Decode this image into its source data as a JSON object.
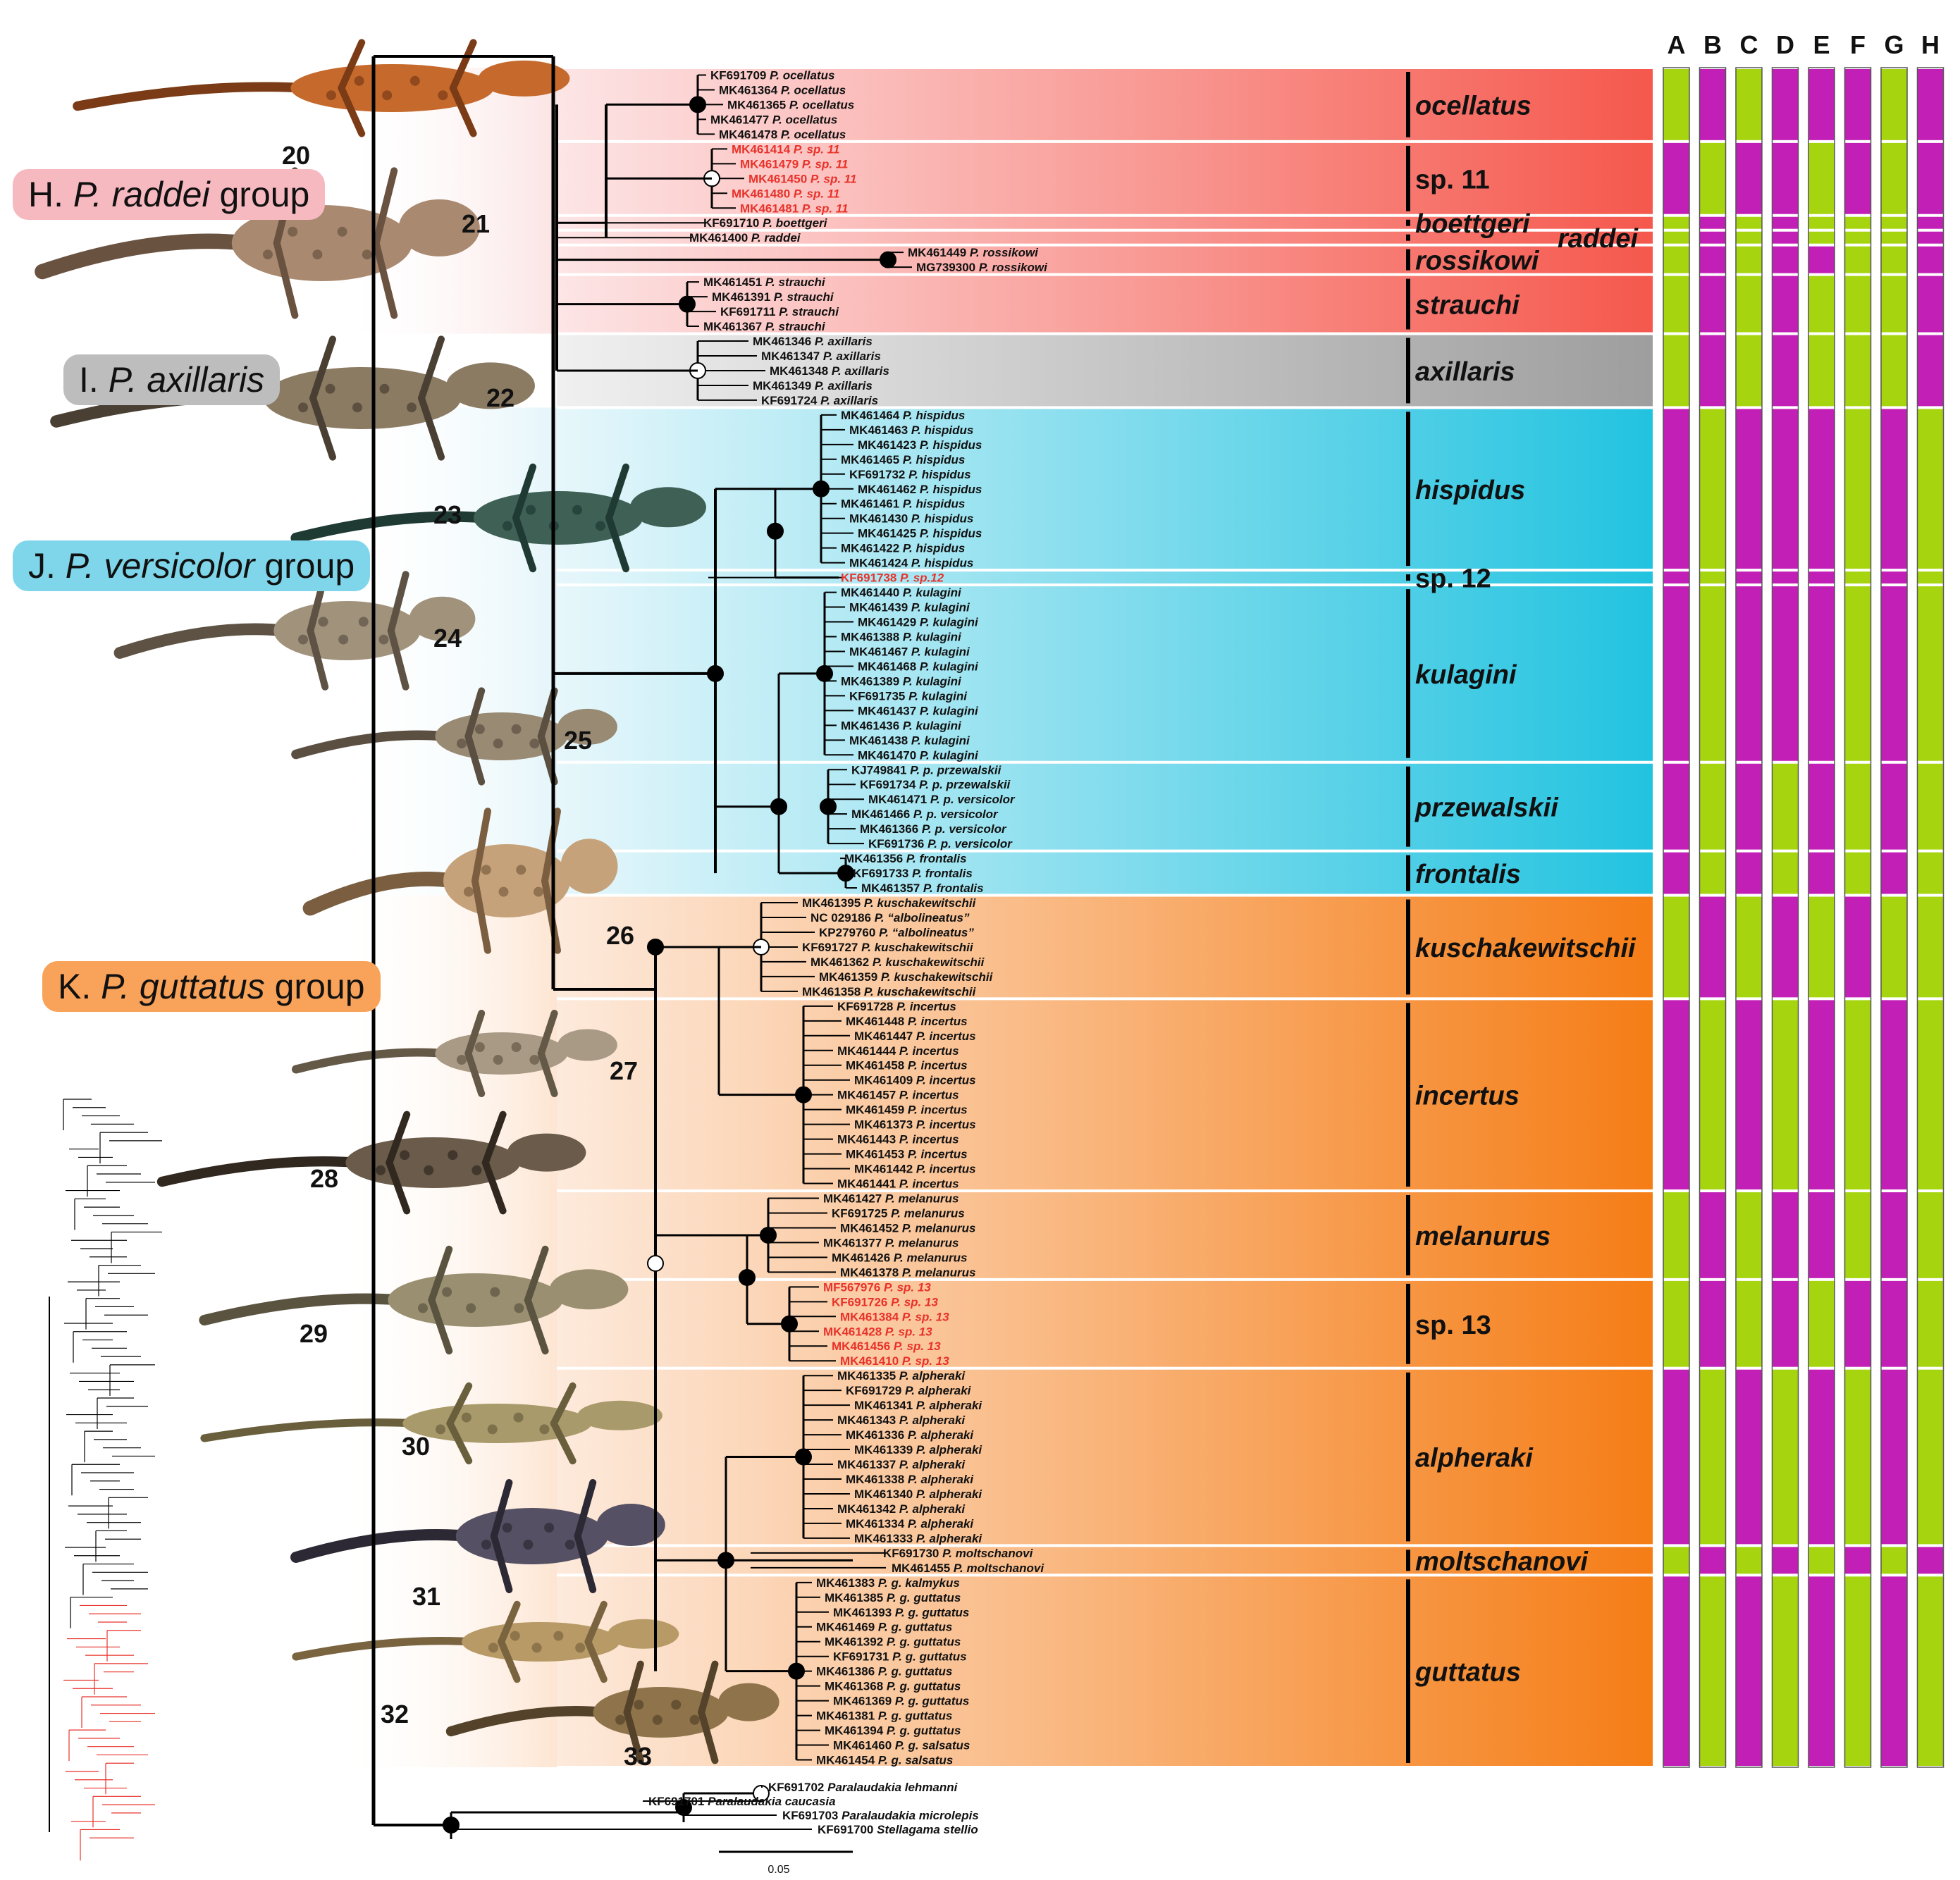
{
  "groups": [
    {
      "letter": "H.",
      "genus": "P.",
      "name": "raddei",
      "suffix": "group",
      "color": "#f7b9c0",
      "tip": "#f3a6b0"
    },
    {
      "letter": "I.",
      "genus": "P.",
      "name": "axillaris",
      "suffix": "",
      "color": "#bdbdbd",
      "tip": "#aaaaaa"
    },
    {
      "letter": "J.",
      "genus": "P.",
      "name": "versicolor",
      "suffix": "group",
      "color": "#7fd6ea",
      "tip": "#59c6e0"
    },
    {
      "letter": "K.",
      "genus": "P.",
      "name": "guttatus",
      "suffix": "group",
      "color": "#f8a25a",
      "tip": "#f08a3a"
    }
  ],
  "photo_numbers": [
    "20",
    "21",
    "22",
    "23",
    "24",
    "25",
    "26",
    "27",
    "28",
    "29",
    "30",
    "31",
    "32",
    "33"
  ],
  "trait_headers": [
    "A",
    "B",
    "C",
    "D",
    "E",
    "F",
    "G",
    "H"
  ],
  "trait_colors": {
    "green": "#a6d50f",
    "magenta": "#c21fb6"
  },
  "scale_bar_label": "0.05",
  "extra_label": "raddei",
  "clades": [
    {
      "name": "ocellatus",
      "italic": true,
      "band": "#f5584d",
      "tips": [
        {
          "id": "KF691709",
          "sp": "P. ocellatus"
        },
        {
          "id": "MK461364",
          "sp": "P. ocellatus"
        },
        {
          "id": "MK461365",
          "sp": "P. ocellatus"
        },
        {
          "id": "MK461477",
          "sp": "P. ocellatus"
        },
        {
          "id": "MK461478",
          "sp": "P. ocellatus"
        }
      ]
    },
    {
      "name": "sp. 11",
      "italic": false,
      "band": "#f5584d",
      "tips": [
        {
          "id": "MK461414",
          "sp": "P. sp. 11",
          "red": true
        },
        {
          "id": "MK461479",
          "sp": "P. sp. 11",
          "red": true
        },
        {
          "id": "MK461450",
          "sp": "P. sp. 11",
          "red": true
        },
        {
          "id": "MK461480",
          "sp": "P. sp. 11",
          "red": true
        },
        {
          "id": "MK461481",
          "sp": "P. sp. 11",
          "red": true
        }
      ]
    },
    {
      "name": "boettgeri",
      "italic": true,
      "band": "#f5584d",
      "tips": [
        {
          "id": "KF691710",
          "sp": "P. boettgeri"
        }
      ]
    },
    {
      "name": "",
      "italic": true,
      "band": "#f5584d",
      "tips": [
        {
          "id": "MK461400",
          "sp": "P. raddei"
        }
      ]
    },
    {
      "name": "rossikowi",
      "italic": true,
      "band": "#f5584d",
      "tips": [
        {
          "id": "MK461449",
          "sp": "P. rossikowi"
        },
        {
          "id": "MG739300",
          "sp": "P. rossikowi"
        }
      ]
    },
    {
      "name": "strauchi",
      "italic": true,
      "band": "#f5584d",
      "tips": [
        {
          "id": "MK461451",
          "sp": "P. strauchi"
        },
        {
          "id": "MK461391",
          "sp": "P. strauchi"
        },
        {
          "id": "KF691711",
          "sp": "P. strauchi"
        },
        {
          "id": "MK461367",
          "sp": "P. strauchi"
        }
      ]
    },
    {
      "name": "axillaris",
      "italic": true,
      "band": "#9e9e9e",
      "tips": [
        {
          "id": "MK461346",
          "sp": "P. axillaris"
        },
        {
          "id": "MK461347",
          "sp": "P. axillaris"
        },
        {
          "id": "MK461348",
          "sp": "P. axillaris"
        },
        {
          "id": "MK461349",
          "sp": "P. axillaris"
        },
        {
          "id": "KF691724",
          "sp": "P. axillaris"
        }
      ]
    },
    {
      "name": "hispidus",
      "italic": true,
      "band": "#22c3e0",
      "tips": [
        {
          "id": "MK461464",
          "sp": "P. hispidus"
        },
        {
          "id": "MK461463",
          "sp": "P. hispidus"
        },
        {
          "id": "MK461423",
          "sp": "P. hispidus"
        },
        {
          "id": "MK461465",
          "sp": "P. hispidus"
        },
        {
          "id": "KF691732",
          "sp": "P. hispidus"
        },
        {
          "id": "MK461462",
          "sp": "P. hispidus"
        },
        {
          "id": "MK461461",
          "sp": "P. hispidus"
        },
        {
          "id": "MK461430",
          "sp": "P. hispidus"
        },
        {
          "id": "MK461425",
          "sp": "P. hispidus"
        },
        {
          "id": "MK461422",
          "sp": "P. hispidus"
        },
        {
          "id": "MK461424",
          "sp": "P. hispidus"
        }
      ]
    },
    {
      "name": "sp. 12",
      "italic": false,
      "band": "#22c3e0",
      "tips": [
        {
          "id": "KF691738",
          "sp": "P. sp.12",
          "red": true
        }
      ]
    },
    {
      "name": "kulagini",
      "italic": true,
      "band": "#22c3e0",
      "tips": [
        {
          "id": "MK461440",
          "sp": "P. kulagini"
        },
        {
          "id": "MK461439",
          "sp": "P. kulagini"
        },
        {
          "id": "MK461429",
          "sp": "P. kulagini"
        },
        {
          "id": "MK461388",
          "sp": "P. kulagini"
        },
        {
          "id": "MK461467",
          "sp": "P. kulagini"
        },
        {
          "id": "MK461468",
          "sp": "P. kulagini"
        },
        {
          "id": "MK461389",
          "sp": "P. kulagini"
        },
        {
          "id": "KF691735",
          "sp": "P. kulagini"
        },
        {
          "id": "MK461437",
          "sp": "P. kulagini"
        },
        {
          "id": "MK461436",
          "sp": "P. kulagini"
        },
        {
          "id": "MK461438",
          "sp": "P. kulagini"
        },
        {
          "id": "MK461470",
          "sp": "P. kulagini"
        }
      ]
    },
    {
      "name": "przewalskii",
      "italic": true,
      "band": "#22c3e0",
      "tips": [
        {
          "id": "KJ749841",
          "sp": "P. p. przewalskii"
        },
        {
          "id": "KF691734",
          "sp": "P. p. przewalskii"
        },
        {
          "id": "MK461471",
          "sp": "P. p. versicolor"
        },
        {
          "id": "MK461466",
          "sp": "P. p. versicolor"
        },
        {
          "id": "MK461366",
          "sp": "P. p. versicolor"
        },
        {
          "id": "KF691736",
          "sp": "P. p. versicolor"
        }
      ]
    },
    {
      "name": "frontalis",
      "italic": true,
      "band": "#22c3e0",
      "tips": [
        {
          "id": "MK461356",
          "sp": "P. frontalis"
        },
        {
          "id": "KF691733",
          "sp": "P. frontalis"
        },
        {
          "id": "MK461357",
          "sp": "P. frontalis"
        }
      ]
    },
    {
      "name": "kuschakewitschii",
      "italic": true,
      "band": "#f57d16",
      "tips": [
        {
          "id": "MK461395",
          "sp": "P. kuschakewitschii"
        },
        {
          "id": "NC 029186",
          "sp": "P. “albolineatus”"
        },
        {
          "id": "KP279760",
          "sp": "P. “albolineatus”"
        },
        {
          "id": "KF691727",
          "sp": "P. kuschakewitschii"
        },
        {
          "id": "MK461362",
          "sp": "P. kuschakewitschii"
        },
        {
          "id": "MK461359",
          "sp": "P. kuschakewitschii"
        },
        {
          "id": "MK461358",
          "sp": "P. kuschakewitschii"
        }
      ]
    },
    {
      "name": "incertus",
      "italic": true,
      "band": "#f57d16",
      "tips": [
        {
          "id": "KF691728",
          "sp": "P. incertus"
        },
        {
          "id": "MK461448",
          "sp": "P. incertus"
        },
        {
          "id": "MK461447",
          "sp": "P. incertus"
        },
        {
          "id": "MK461444",
          "sp": "P. incertus"
        },
        {
          "id": "MK461458",
          "sp": "P. incertus"
        },
        {
          "id": "MK461409",
          "sp": "P. incertus"
        },
        {
          "id": "MK461457",
          "sp": "P. incertus"
        },
        {
          "id": "MK461459",
          "sp": "P. incertus"
        },
        {
          "id": "MK461373",
          "sp": "P. incertus"
        },
        {
          "id": "MK461443",
          "sp": "P. incertus"
        },
        {
          "id": "MK461453",
          "sp": "P. incertus"
        },
        {
          "id": "MK461442",
          "sp": "P. incertus"
        },
        {
          "id": "MK461441",
          "sp": "P. incertus"
        }
      ]
    },
    {
      "name": "melanurus",
      "italic": true,
      "band": "#f57d16",
      "tips": [
        {
          "id": "MK461427",
          "sp": "P. melanurus"
        },
        {
          "id": "KF691725",
          "sp": "P. melanurus"
        },
        {
          "id": "MK461452",
          "sp": "P. melanurus"
        },
        {
          "id": "MK461377",
          "sp": "P. melanurus"
        },
        {
          "id": "MK461426",
          "sp": "P. melanurus"
        },
        {
          "id": "MK461378",
          "sp": "P. melanurus"
        }
      ]
    },
    {
      "name": "sp. 13",
      "italic": false,
      "band": "#f57d16",
      "tips": [
        {
          "id": "MF567976",
          "sp": "P. sp. 13",
          "red": true
        },
        {
          "id": "KF691726",
          "sp": "P. sp. 13",
          "red": true
        },
        {
          "id": "MK461384",
          "sp": "P. sp. 13",
          "red": true
        },
        {
          "id": "MK461428",
          "sp": "P. sp. 13",
          "red": true
        },
        {
          "id": "MK461456",
          "sp": "P. sp. 13",
          "red": true
        },
        {
          "id": "MK461410",
          "sp": "P. sp. 13",
          "red": true
        }
      ]
    },
    {
      "name": "alpheraki",
      "italic": true,
      "band": "#f57d16",
      "tips": [
        {
          "id": "MK461335",
          "sp": "P. alpheraki"
        },
        {
          "id": "KF691729",
          "sp": "P. alpheraki"
        },
        {
          "id": "MK461341",
          "sp": "P. alpheraki"
        },
        {
          "id": "MK461343",
          "sp": "P. alpheraki"
        },
        {
          "id": "MK461336",
          "sp": "P. alpheraki"
        },
        {
          "id": "MK461339",
          "sp": "P. alpheraki"
        },
        {
          "id": "MK461337",
          "sp": "P. alpheraki"
        },
        {
          "id": "MK461338",
          "sp": "P. alpheraki"
        },
        {
          "id": "MK461340",
          "sp": "P. alpheraki"
        },
        {
          "id": "MK461342",
          "sp": "P. alpheraki"
        },
        {
          "id": "MK461334",
          "sp": "P. alpheraki"
        },
        {
          "id": "MK461333",
          "sp": "P. alpheraki"
        }
      ]
    },
    {
      "name": "moltschanovi",
      "italic": true,
      "band": "#f57d16",
      "tips": [
        {
          "id": "KF691730",
          "sp": "P. moltschanovi"
        },
        {
          "id": "MK461455",
          "sp": "P. moltschanovi"
        }
      ]
    },
    {
      "name": "guttatus",
      "italic": true,
      "band": "#f57d16",
      "tips": [
        {
          "id": "MK461383",
          "sp": "P. g. kalmykus"
        },
        {
          "id": "MK461385",
          "sp": "P. g. guttatus"
        },
        {
          "id": "MK461393",
          "sp": "P. g. guttatus"
        },
        {
          "id": "MK461469",
          "sp": "P. g. guttatus"
        },
        {
          "id": "MK461392",
          "sp": "P. g. guttatus"
        },
        {
          "id": "KF691731",
          "sp": "P. g. guttatus"
        },
        {
          "id": "MK461386",
          "sp": "P. g. guttatus"
        },
        {
          "id": "MK461368",
          "sp": "P. g. guttatus"
        },
        {
          "id": "MK461369",
          "sp": "P. g. guttatus"
        },
        {
          "id": "MK461381",
          "sp": "P. g. guttatus"
        },
        {
          "id": "MK461394",
          "sp": "P. g. guttatus"
        },
        {
          "id": "MK461460",
          "sp": "P. g. salsatus"
        },
        {
          "id": "MK461454",
          "sp": "P. g. salsatus"
        }
      ]
    }
  ],
  "outgroups": [
    {
      "id": "KF691702",
      "sp": "Paralaudakia lehmanni"
    },
    {
      "id": "KF691701",
      "sp": "Paralaudakia caucasia"
    },
    {
      "id": "KF691703",
      "sp": "Paralaudakia microlepis"
    },
    {
      "id": "KF691700",
      "sp": "Stellagama stellio"
    }
  ],
  "trait_matrix": [
    [
      "G",
      "M",
      "G",
      "M",
      "M",
      "M",
      "G",
      "M"
    ],
    [
      "M",
      "G",
      "M",
      "M",
      "G",
      "M",
      "G",
      "M"
    ],
    [
      "G",
      "M",
      "G",
      "M",
      "G",
      "G",
      "G",
      "M"
    ],
    [
      "G",
      "M",
      "G",
      "M",
      "G",
      "G",
      "G",
      "M"
    ],
    [
      "G",
      "M",
      "G",
      "M",
      "M",
      "G",
      "G",
      "M"
    ],
    [
      "G",
      "M",
      "G",
      "M",
      "G",
      "G",
      "G",
      "M"
    ],
    [
      "G",
      "M",
      "G",
      "M",
      "G",
      "G",
      "G",
      "M"
    ],
    [
      "M",
      "G",
      "M",
      "M",
      "M",
      "G",
      "M",
      "G"
    ],
    [
      "M",
      "G",
      "M",
      "M",
      "M",
      "G",
      "M",
      "G"
    ],
    [
      "M",
      "G",
      "M",
      "M",
      "M",
      "G",
      "M",
      "G"
    ],
    [
      "M",
      "G",
      "M",
      "G",
      "M",
      "G",
      "M",
      "G"
    ],
    [
      "M",
      "G",
      "M",
      "G",
      "M",
      "G",
      "M",
      "G"
    ],
    [
      "G",
      "M",
      "G",
      "M",
      "G",
      "M",
      "G",
      "G"
    ],
    [
      "M",
      "G",
      "M",
      "G",
      "M",
      "G",
      "M",
      "G"
    ],
    [
      "G",
      "M",
      "G",
      "M",
      "M",
      "G",
      "M",
      "G"
    ],
    [
      "G",
      "M",
      "G",
      "M",
      "G",
      "M",
      "M",
      "G"
    ],
    [
      "M",
      "G",
      "M",
      "G",
      "M",
      "G",
      "M",
      "G"
    ],
    [
      "G",
      "M",
      "G",
      "M",
      "G",
      "M",
      "G",
      "M"
    ],
    [
      "M",
      "G",
      "M",
      "G",
      "M",
      "G",
      "M",
      "G"
    ]
  ]
}
